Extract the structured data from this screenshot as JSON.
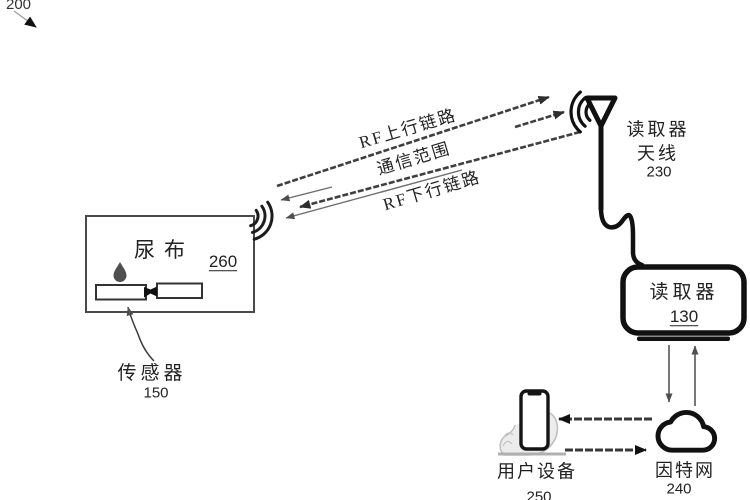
{
  "figure": {
    "ref_number": "200",
    "diaper": {
      "label": "尿布",
      "number": "260"
    },
    "sensor": {
      "label": "传感器",
      "number": "150"
    },
    "rf_links": {
      "uplink": "RF上行链路",
      "range": "通信范围",
      "downlink": "RF下行链路"
    },
    "reader_antenna": {
      "line1": "读取器",
      "line2": "天线",
      "number": "230"
    },
    "reader": {
      "label": "读取器",
      "number": "130"
    },
    "internet": {
      "label": "因特网",
      "number": "240"
    },
    "user_device": {
      "label": "用户设备",
      "number": "250"
    },
    "colors": {
      "ink": "#161616",
      "line_gray": "#5a5a5a",
      "hand_gray": "#c2c2c2"
    }
  }
}
